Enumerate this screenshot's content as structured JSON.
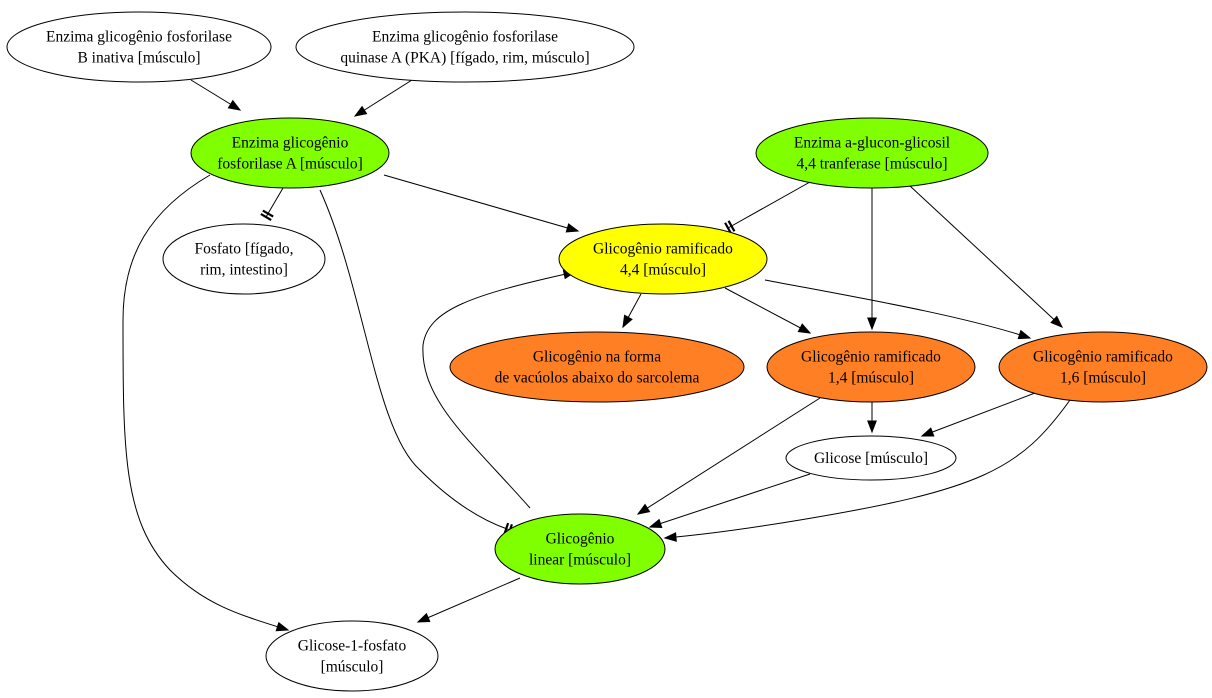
{
  "colors": {
    "green": "#7FFF00",
    "yellow": "#FFFF00",
    "orange": "#FF7F24",
    "white": "#FFFFFF"
  },
  "nodes": [
    {
      "id": "n1",
      "lines": [
        "Enzima glicogênio fosforilase",
        "B inativa [músculo]"
      ],
      "fill": "white"
    },
    {
      "id": "n2",
      "lines": [
        "Enzima glicogênio fosforilase",
        "quinase A (PKA) [fígado, rim, músculo]"
      ],
      "fill": "white"
    },
    {
      "id": "n3",
      "lines": [
        "Enzima glicogênio",
        "fosforilase A [músculo]"
      ],
      "fill": "green"
    },
    {
      "id": "n4",
      "lines": [
        "Enzima a-glucon-glicosil",
        "4,4 tranferase [músculo]"
      ],
      "fill": "green"
    },
    {
      "id": "n5",
      "lines": [
        "Fosfato [fígado,",
        "rim, intestino]"
      ],
      "fill": "white"
    },
    {
      "id": "n6",
      "lines": [
        "Glicogênio ramificado",
        "4,4 [músculo]"
      ],
      "fill": "yellow"
    },
    {
      "id": "n7",
      "lines": [
        "Glicogênio na forma",
        "de vacúolos abaixo do sarcolema"
      ],
      "fill": "orange"
    },
    {
      "id": "n8",
      "lines": [
        "Glicogênio ramificado",
        "1,4 [músculo]"
      ],
      "fill": "orange"
    },
    {
      "id": "n9",
      "lines": [
        "Glicogênio ramificado",
        "1,6 [músculo]"
      ],
      "fill": "orange"
    },
    {
      "id": "n10",
      "lines": [
        "Glicose [músculo]"
      ],
      "fill": "white"
    },
    {
      "id": "n11",
      "lines": [
        "Glicogênio",
        "linear [músculo]"
      ],
      "fill": "green"
    },
    {
      "id": "n12",
      "lines": [
        "Glicose-1-fosfato",
        "[músculo]"
      ],
      "fill": "white"
    }
  ],
  "edges": [
    {
      "from": "n1",
      "to": "n3",
      "kind": "activation"
    },
    {
      "from": "n2",
      "to": "n3",
      "kind": "activation"
    },
    {
      "from": "n3",
      "to": "n5",
      "kind": "inhibition"
    },
    {
      "from": "n3",
      "to": "n6",
      "kind": "activation"
    },
    {
      "from": "n3",
      "to": "n12",
      "kind": "activation"
    },
    {
      "from": "n3",
      "to": "n11",
      "kind": "inhibition"
    },
    {
      "from": "n4",
      "to": "n6",
      "kind": "inhibition"
    },
    {
      "from": "n4",
      "to": "n8",
      "kind": "activation"
    },
    {
      "from": "n4",
      "to": "n9",
      "kind": "activation"
    },
    {
      "from": "n6",
      "to": "n7",
      "kind": "activation"
    },
    {
      "from": "n6",
      "to": "n8",
      "kind": "activation"
    },
    {
      "from": "n6",
      "to": "n9",
      "kind": "activation"
    },
    {
      "from": "n8",
      "to": "n10",
      "kind": "activation"
    },
    {
      "from": "n8",
      "to": "n11",
      "kind": "activation"
    },
    {
      "from": "n9",
      "to": "n10",
      "kind": "activation"
    },
    {
      "from": "n9",
      "to": "n11",
      "kind": "activation"
    },
    {
      "from": "n10",
      "to": "n11",
      "kind": "activation"
    },
    {
      "from": "n11",
      "to": "n6",
      "kind": "activation"
    },
    {
      "from": "n11",
      "to": "n12",
      "kind": "activation"
    }
  ]
}
